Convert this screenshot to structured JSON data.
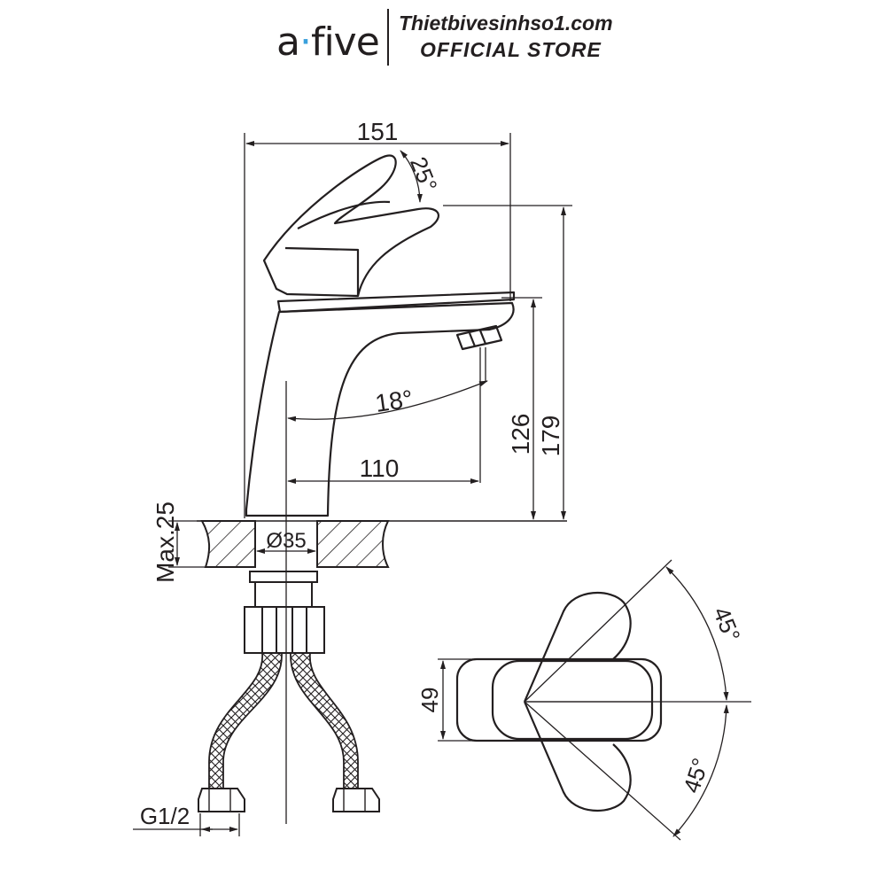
{
  "brand": {
    "logo_prefix": "a",
    "logo_dot": "·",
    "logo_suffix": "five",
    "store_url": "Thietbivesinhso1.com",
    "store_label": "OFFICIAL STORE"
  },
  "dimensions": {
    "total_width": "151",
    "handle_angle": "25°",
    "spout_angle": "18°",
    "spout_reach": "110",
    "spout_height": "126",
    "total_height": "179",
    "max_counter": "Max.25",
    "hole_diameter": "Ø35",
    "thread": "G1/2",
    "base_width": "49",
    "rotate_left": "45°",
    "rotate_right": "45°"
  },
  "colors": {
    "line": "#231f20",
    "accent": "#3aa0dc"
  }
}
